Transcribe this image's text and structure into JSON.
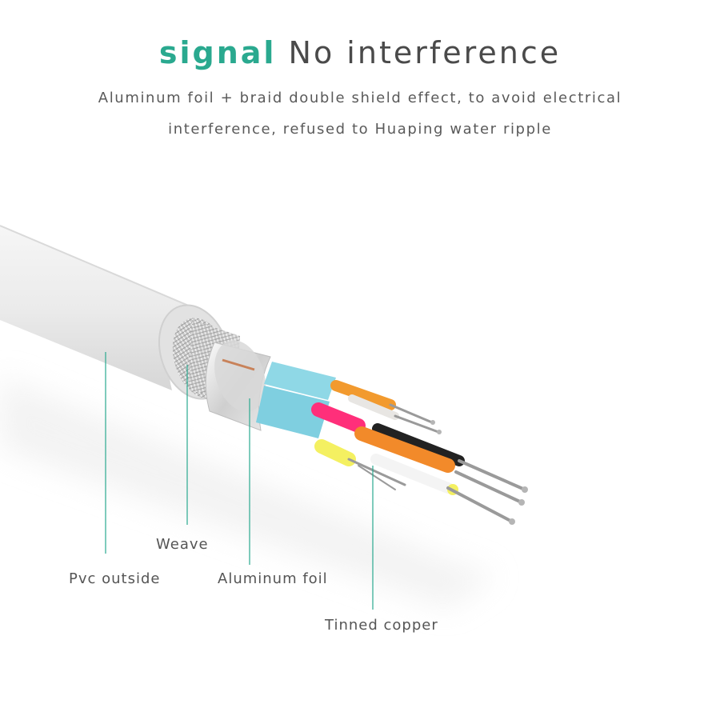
{
  "header": {
    "title_accent": "signal",
    "title_rest": "No interference",
    "subtitle_line1": "Aluminum foil + braid double shield effect, to avoid electrical",
    "subtitle_line2": "interference, refused to Huaping water ripple"
  },
  "callouts": {
    "pvc": "Pvc outside",
    "weave": "Weave",
    "foil": "Aluminum foil",
    "copper": "Tinned copper"
  },
  "colors": {
    "accent": "#2aa98f",
    "callout_line": "#2aa98f",
    "text": "#555555"
  },
  "wire_colors": [
    "#f29a2e",
    "#ff2f7a",
    "#e8e6e3",
    "#222222",
    "#f28a2a",
    "#f4f061",
    "#ffffff",
    "#8fd8e6"
  ]
}
